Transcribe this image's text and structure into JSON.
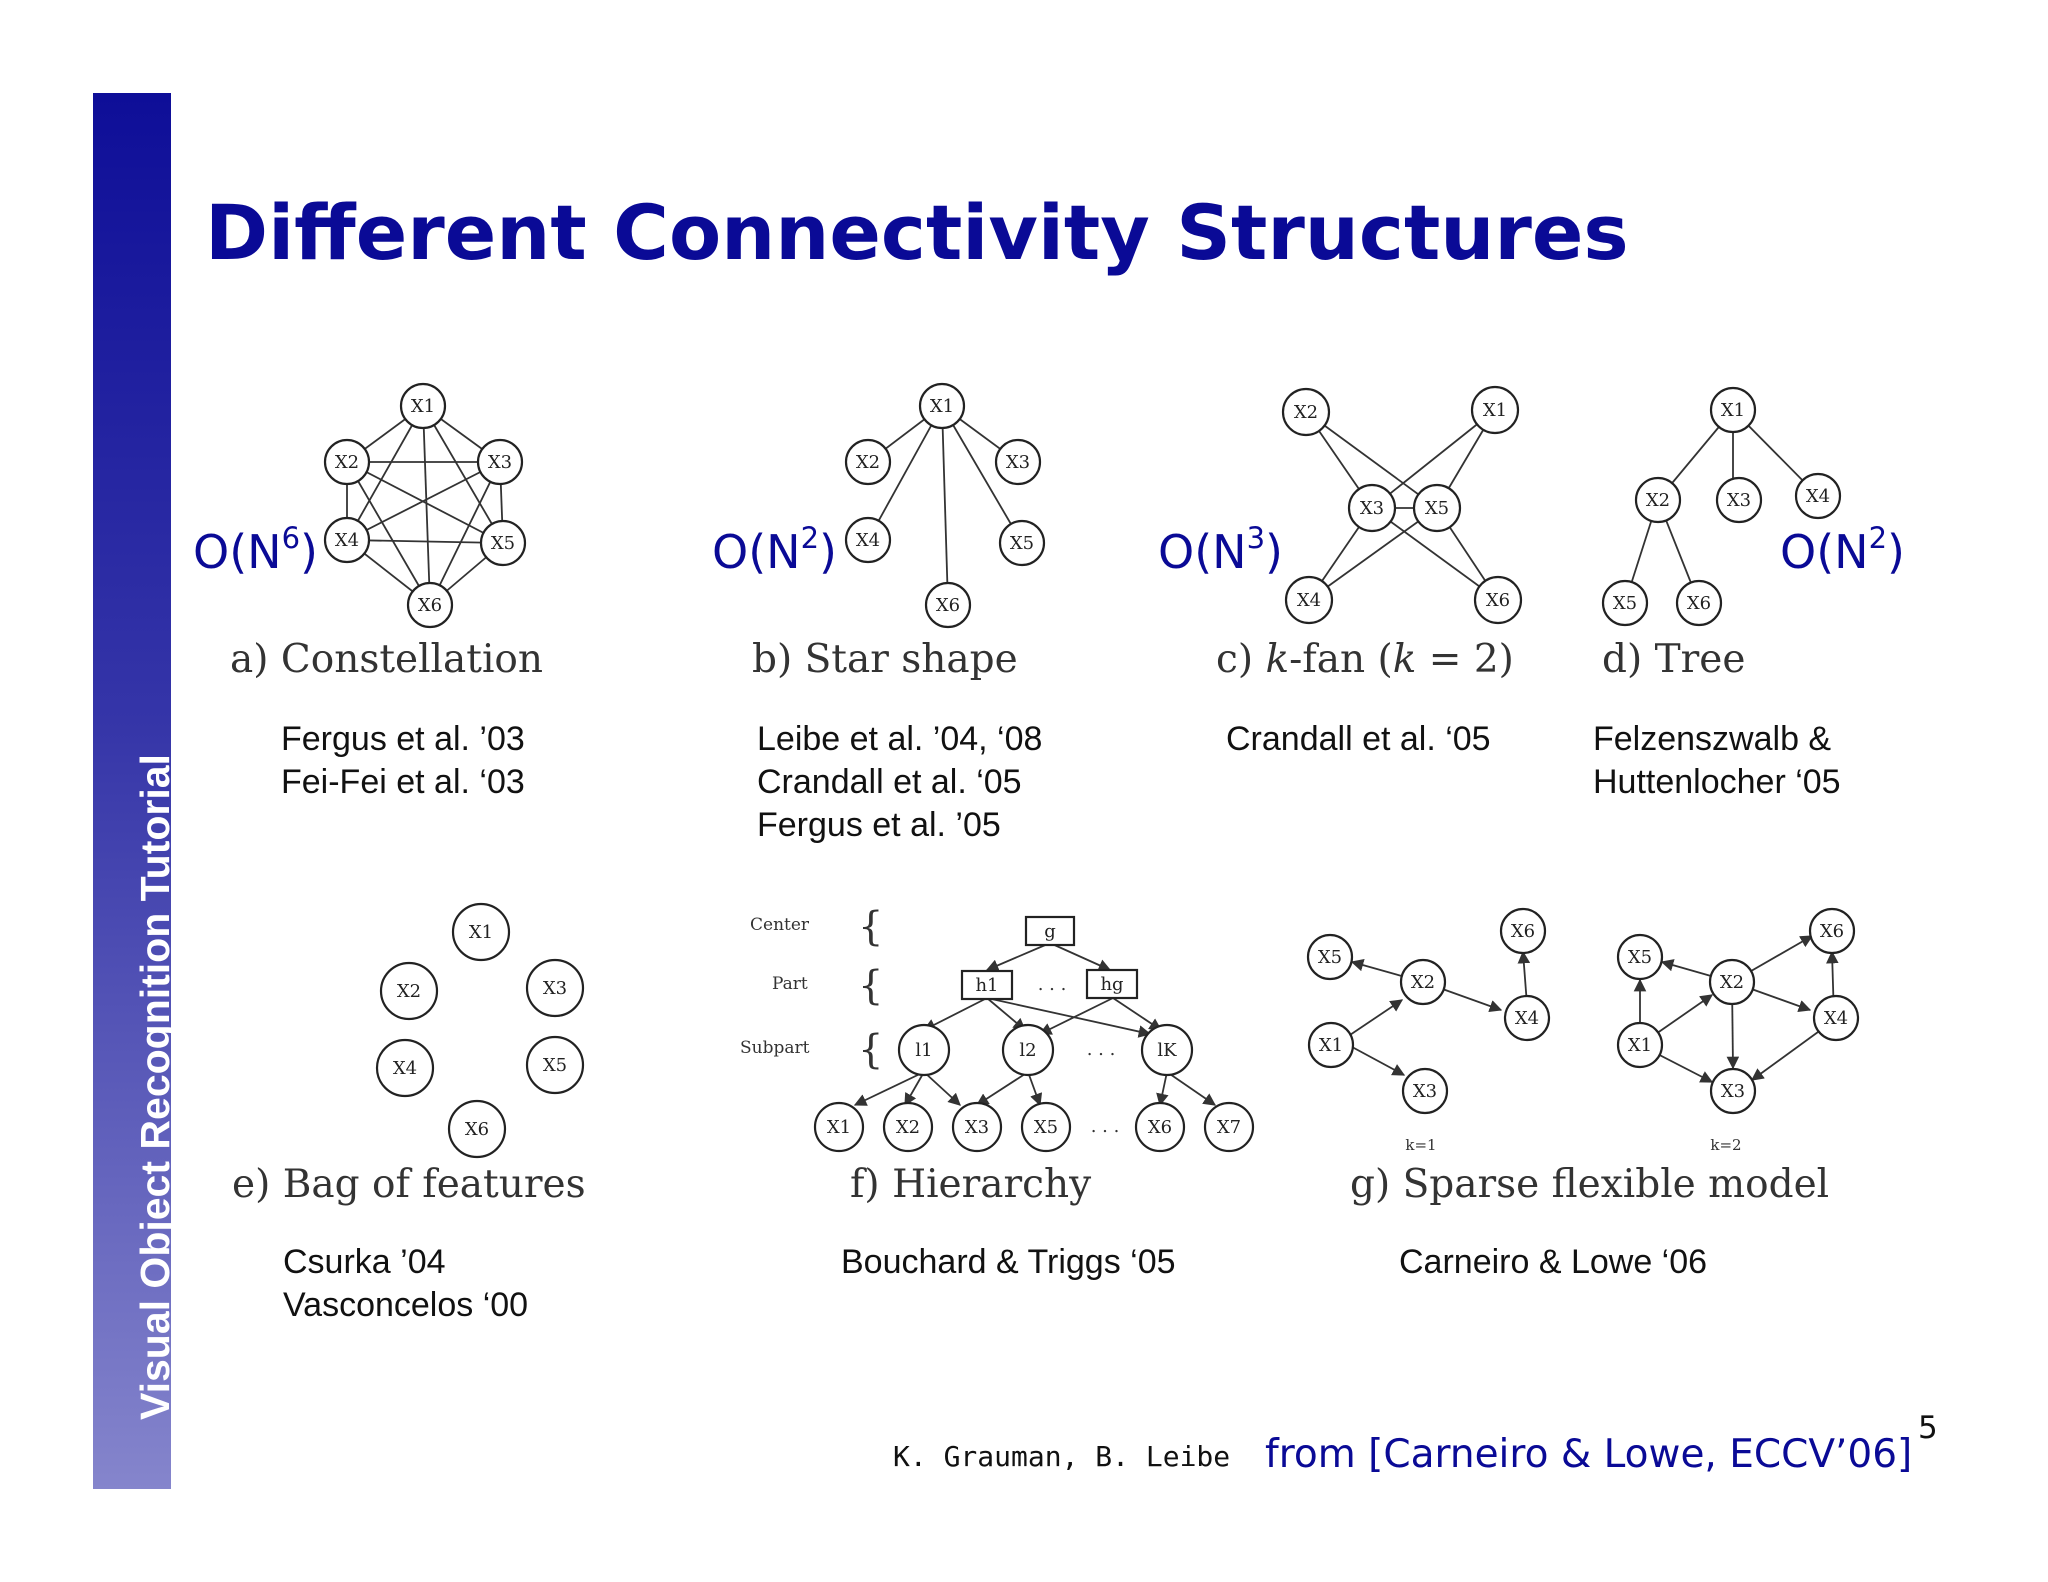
{
  "sidebar": {
    "label": "Visual Object Recognition Tutorial"
  },
  "title": "Different Connectivity Structures",
  "panels": {
    "a": {
      "caption_letter": "a)",
      "caption": "Constellation",
      "complexity_base": "O(N",
      "complexity_exp": "6",
      "complexity_close": ")",
      "refs": [
        "Fergus et al. ’03",
        "Fei-Fei et al. ‘03"
      ]
    },
    "b": {
      "caption_letter": "b)",
      "caption": "Star shape",
      "complexity_base": "O(N",
      "complexity_exp": "2",
      "complexity_close": ")",
      "refs": [
        "Leibe et al. ’04, ‘08",
        "Crandall et al. ‘05",
        "Fergus et al. ’05"
      ]
    },
    "c": {
      "caption_letter": "c)",
      "caption_k": "k",
      "caption": "-fan (",
      "caption_k2": "k",
      "caption_tail": " = 2)",
      "complexity_base": "O(N",
      "complexity_exp": "3",
      "complexity_close": ")",
      "refs": [
        "Crandall et al. ‘05"
      ]
    },
    "d": {
      "caption_letter": "d)",
      "caption": "Tree",
      "complexity_base": "O(N",
      "complexity_exp": "2",
      "complexity_close": ")",
      "refs": [
        "Felzenszwalb &",
        "Huttenlocher ‘05"
      ]
    },
    "e": {
      "caption_letter": "e)",
      "caption": "Bag of features",
      "refs": [
        "Csurka ’04",
        "Vasconcelos ‘00"
      ]
    },
    "f": {
      "caption_letter": "f)",
      "caption": "Hierarchy",
      "levels": [
        "Center",
        "Part",
        "Subpart"
      ],
      "refs": [
        "Bouchard & Triggs ‘05"
      ]
    },
    "g": {
      "caption_letter": "g)",
      "caption": "Sparse flexible model",
      "k_labels": [
        "k=1",
        "k=2"
      ],
      "refs": [
        "Carneiro & Lowe ‘06"
      ]
    }
  },
  "nodes": {
    "x1": "X1",
    "x2": "X2",
    "x3": "X3",
    "x4": "X4",
    "x5": "X5",
    "x6": "X6",
    "x7": "X7",
    "g": "g",
    "h1": "h1",
    "hg": "hg",
    "l1": "l1",
    "l2": "l2",
    "lK": "lK",
    "ellipsis": ". . ."
  },
  "footer": {
    "authors": "K. Grauman, B. Leibe",
    "source": "from [Carneiro & Lowe, ECCV’06]",
    "page": "5"
  }
}
